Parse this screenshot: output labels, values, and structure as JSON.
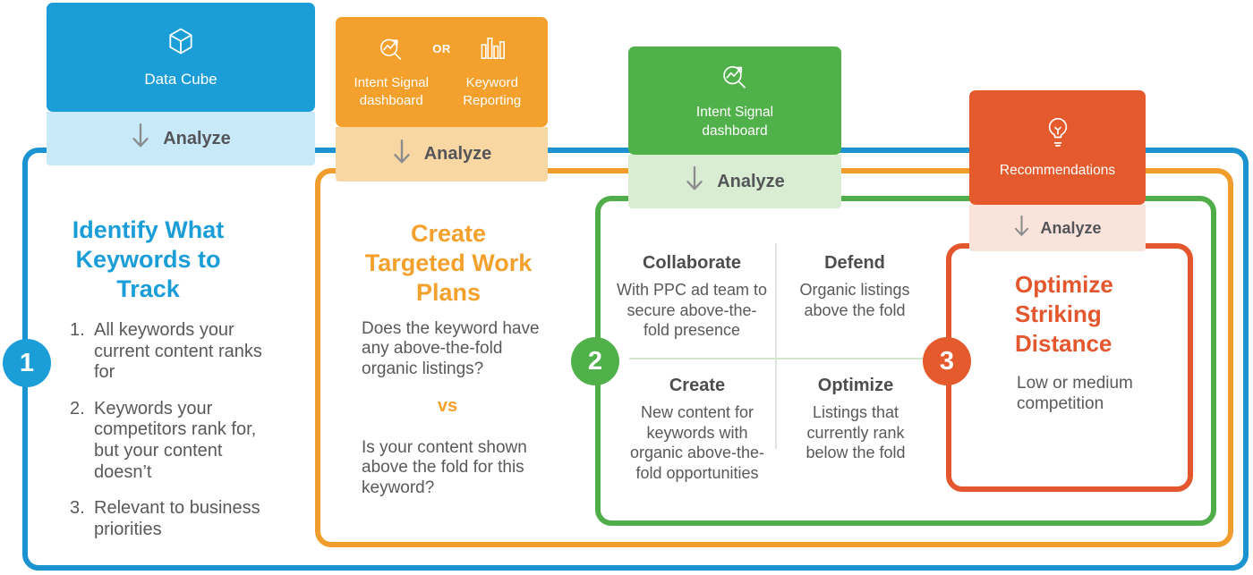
{
  "colors": {
    "blue": "#1b9dd8",
    "blue_light": "#c8e9f8",
    "orange": "#f4a02c",
    "orange_light": "#f8d7a3",
    "green": "#50b04a",
    "green_light": "#d9edd3",
    "red": "#e55a2c",
    "red_light": "#fae3da",
    "text_gray": "#58595b"
  },
  "steps": {
    "one": {
      "badge": "1",
      "source_title": "Data Cube",
      "source_icon": "cube-icon",
      "action": "Analyze",
      "heading": "Identify What\nKeywords to\nTrack",
      "item_numbers": [
        "1.",
        "2.",
        "3."
      ],
      "items": [
        "All keywords your current content ranks for",
        "Keywords your competitors rank for, but your content doesn’t",
        "Relevant to business priorities"
      ]
    },
    "two": {
      "source_left": "Intent Signal\ndashboard",
      "source_or": "OR",
      "source_right": "Keyword\nReporting",
      "source_icons": [
        "intent-signal-icon",
        "bar-chart-icon"
      ],
      "action": "Analyze",
      "heading": "Create\nTargeted Work\nPlans",
      "question_1": "Does the keyword have any above-the-fold organic listings?",
      "versus": "vs",
      "question_2": "Is your content shown above the fold for this keyword?"
    },
    "three": {
      "badge": "2",
      "source_title": "Intent Signal\ndashboard",
      "source_icon": "intent-signal-icon",
      "action": "Analyze",
      "quadrants": [
        {
          "title": "Collaborate",
          "body": "With PPC ad team to secure above-the-fold presence"
        },
        {
          "title": "Defend",
          "body": "Organic listings above the fold"
        },
        {
          "title": "Create",
          "body": "New content for keywords with organic above-the-fold opportunities"
        },
        {
          "title": "Optimize",
          "body": "Listings that currently rank below the fold"
        }
      ]
    },
    "four": {
      "badge": "3",
      "source_title": "Recommendations",
      "source_icon": "lightbulb-icon",
      "action": "Analyze",
      "heading": "Optimize\nStriking\nDistance",
      "body": "Low or medium competition"
    }
  }
}
